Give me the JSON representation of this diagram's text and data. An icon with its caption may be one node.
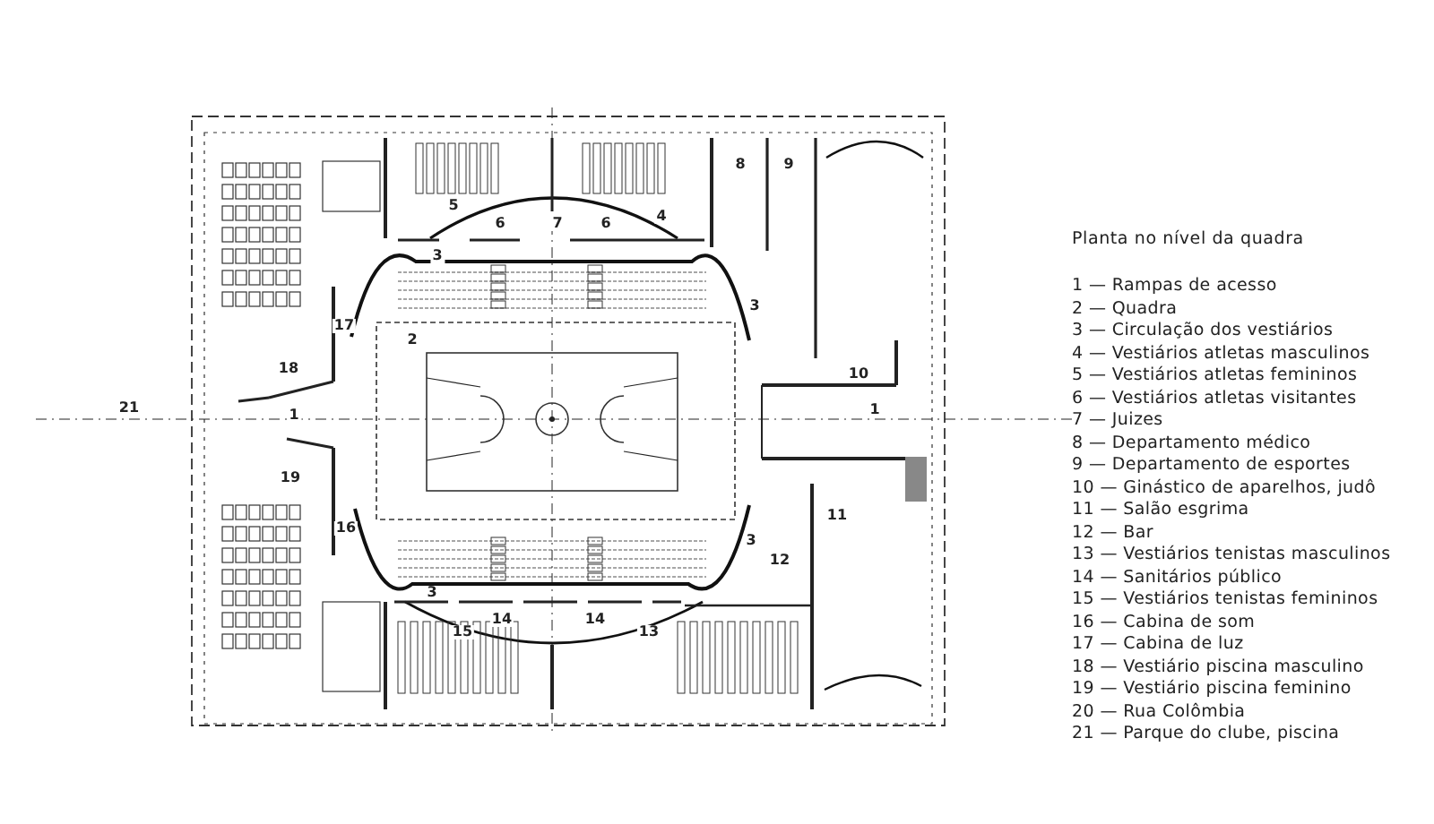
{
  "diagram": {
    "title": "Planta no nível da quadra",
    "labels": [
      "8",
      "9",
      "5",
      "4",
      "6",
      "7",
      "6",
      "3",
      "17",
      "2",
      "3",
      "18",
      "10",
      "21",
      "1",
      "1",
      "19",
      "11",
      "16",
      "3",
      "12",
      "3",
      "14",
      "14",
      "15",
      "13",
      "1 — Rampas de acesso",
      "2 — Quadra",
      "3 — Circulação dos vestiários",
      "4 — Vestiários atletas masculinos",
      "5 — Vestiários atletas femininos",
      "6 — Vestiários atletas visitantes",
      "7 — Juizes",
      "8 — Departamento médico",
      "9 — Departamento de esportes",
      "10 — Ginástico de aparelhos, judô",
      "11 — Salão esgrima",
      "12 — Bar",
      "13 — Vestiários tenistas masculinos",
      "14 — Sanitários público",
      "15 — Vestiários tenistas femininos",
      "16 — Cabina de som",
      "17 — Cabina de luz",
      "18 — Vestiário piscina masculino",
      "19 — Vestiário piscina feminino",
      "20 — Rua Colômbia",
      "21 — Parque do clube, piscina"
    ]
  }
}
